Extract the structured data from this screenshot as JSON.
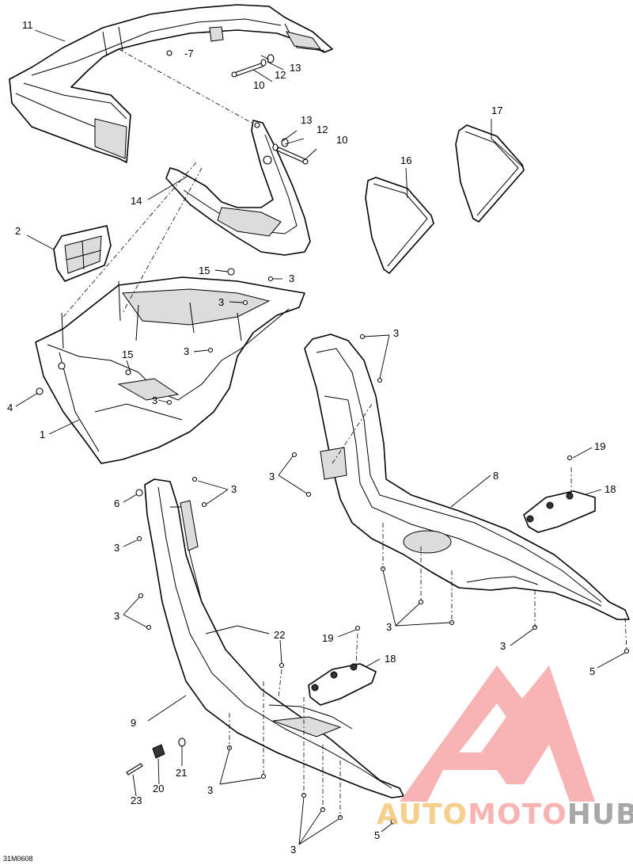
{
  "diagram": {
    "drawing_code": "31M0608",
    "callouts": [
      {
        "id": "c11",
        "text": "11"
      },
      {
        "id": "c7",
        "text": "-7"
      },
      {
        "id": "c13a",
        "text": "13"
      },
      {
        "id": "c12a",
        "text": "12"
      },
      {
        "id": "c10a",
        "text": "10"
      },
      {
        "id": "c13b",
        "text": "13"
      },
      {
        "id": "c12b",
        "text": "12"
      },
      {
        "id": "c10b",
        "text": "10"
      },
      {
        "id": "c17",
        "text": "17"
      },
      {
        "id": "c16",
        "text": "16"
      },
      {
        "id": "c14",
        "text": "14"
      },
      {
        "id": "c2",
        "text": "2"
      },
      {
        "id": "c15a",
        "text": "15"
      },
      {
        "id": "c3a",
        "text": "3"
      },
      {
        "id": "c3b",
        "text": "3"
      },
      {
        "id": "c3c",
        "text": "3"
      },
      {
        "id": "c15b",
        "text": "15"
      },
      {
        "id": "c3d",
        "text": "3"
      },
      {
        "id": "c4",
        "text": "4"
      },
      {
        "id": "c1",
        "text": "1"
      },
      {
        "id": "c3e",
        "text": "3"
      },
      {
        "id": "c3f",
        "text": "3"
      },
      {
        "id": "c8",
        "text": "8"
      },
      {
        "id": "c19a",
        "text": "19"
      },
      {
        "id": "c18a",
        "text": "18"
      },
      {
        "id": "c6",
        "text": "6"
      },
      {
        "id": "c3g",
        "text": "3"
      },
      {
        "id": "c3h",
        "text": "3"
      },
      {
        "id": "c3i",
        "text": "3"
      },
      {
        "id": "c3j",
        "text": "3"
      },
      {
        "id": "c3k",
        "text": "3"
      },
      {
        "id": "c5a",
        "text": "5"
      },
      {
        "id": "c22",
        "text": "22"
      },
      {
        "id": "c19b",
        "text": "19"
      },
      {
        "id": "c18b",
        "text": "18"
      },
      {
        "id": "c9",
        "text": "9"
      },
      {
        "id": "c21",
        "text": "21"
      },
      {
        "id": "c20",
        "text": "20"
      },
      {
        "id": "c23",
        "text": "23"
      },
      {
        "id": "c3l",
        "text": "3"
      },
      {
        "id": "c3m",
        "text": "3"
      },
      {
        "id": "c5b",
        "text": "5"
      }
    ]
  },
  "watermark": {
    "text_auto": "AUTO",
    "text_moto": "MOTO",
    "text_hub": "HUB",
    "color_light": "#f7a6a6",
    "color_gold": "#f5c77a",
    "color_gray": "#9a9a9a"
  }
}
